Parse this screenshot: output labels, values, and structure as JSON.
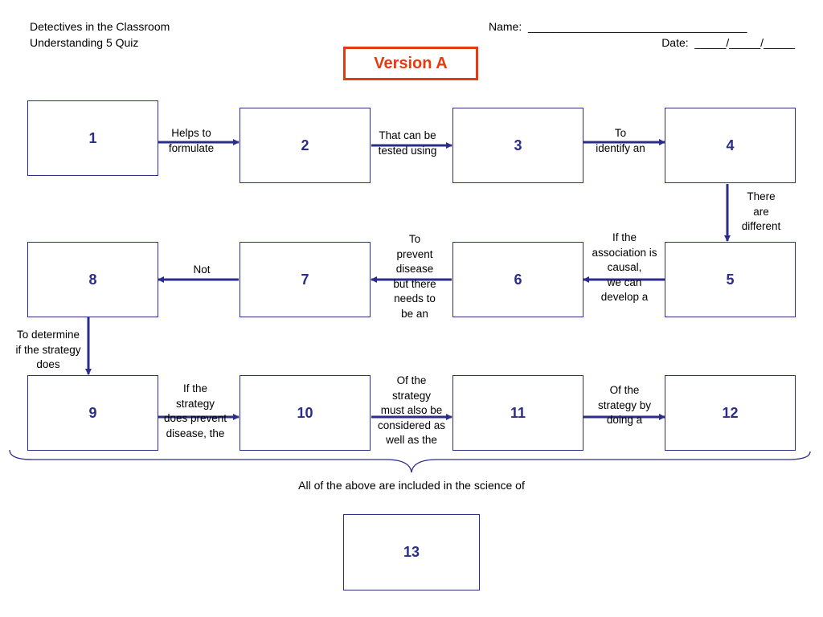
{
  "header": {
    "title_line1": "Detectives in the Classroom",
    "title_line2": "Understanding 5 Quiz",
    "name_line": "Name:  ___________________________________",
    "date_line": "Date:  _____/_____/_____"
  },
  "version_label": "Version A",
  "boxes": [
    "1",
    "2",
    "3",
    "4",
    "5",
    "6",
    "7",
    "8",
    "9",
    "10",
    "11",
    "12",
    "13"
  ],
  "connectors": {
    "c1_2": "Helps to\nformulate",
    "c2_3": "That can be\ntested using",
    "c3_4": "To\nidentify an",
    "c4_5": "There\nare\ndifferent",
    "c5_6": "If the\nassociation is\ncausal,\nwe can\ndevelop a",
    "c6_7": "To\nprevent\ndisease\nbut there\nneeds to\nbe an",
    "c7_8": "Not",
    "c8_9": "To determine\nif the strategy\ndoes",
    "c9_10": "If the\nstrategy\ndoes prevent\ndisease, the",
    "c10_11": "Of the\nstrategy\nmust also be\nconsidered as\nwell as the",
    "c11_12": "Of the\nstrategy by\ndoing a"
  },
  "footer_label": "All of the above are included in the science of",
  "colors": {
    "box_border": "#2c2c8a",
    "arrow": "#2c2c8a",
    "version": "#e63a10"
  }
}
